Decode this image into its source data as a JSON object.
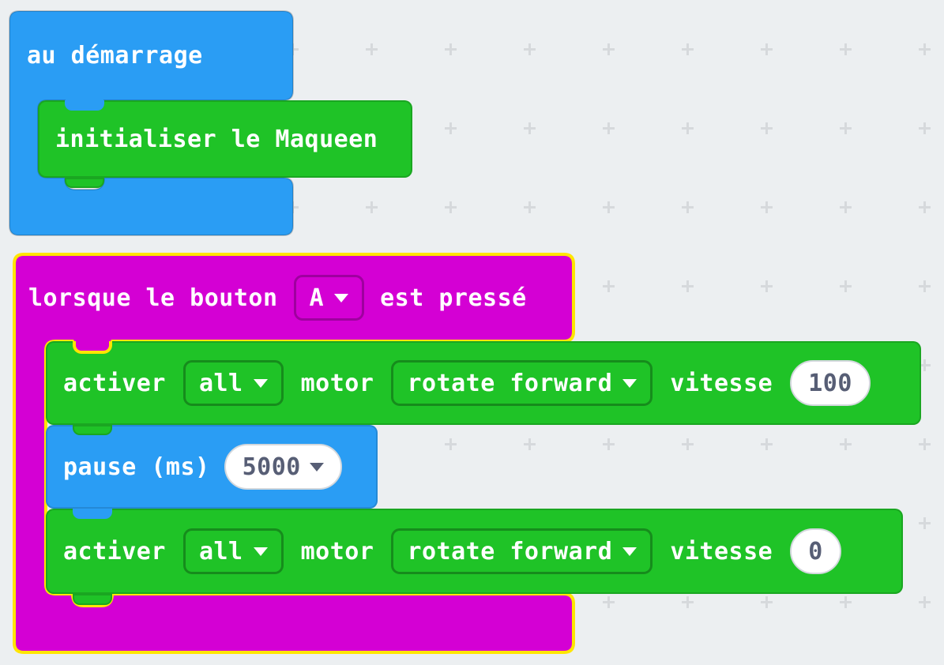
{
  "palette": {
    "background": "#eceff1",
    "grid_cross": "#d6d9dc",
    "block_blue": "#2a9df4",
    "block_green": "#1fc327",
    "block_magenta": "#d400d4",
    "selection_outline_yellow": "#ffe500",
    "value_text": "#575e75"
  },
  "on_start_block": {
    "label": "au démarrage"
  },
  "init_block": {
    "label": "initialiser le Maqueen"
  },
  "button_event_block": {
    "prefix": "lorsque le bouton",
    "button_value": "A",
    "suffix": "est pressé"
  },
  "motor_block_1": {
    "action_label": "activer",
    "motor_value": "all",
    "motor_label": "motor",
    "direction_value": "rotate forward",
    "speed_label": "vitesse",
    "speed_value": "100"
  },
  "pause_block": {
    "label": "pause (ms)",
    "duration_value": "5000"
  },
  "motor_block_2": {
    "action_label": "activer",
    "motor_value": "all",
    "motor_label": "motor",
    "direction_value": "rotate forward",
    "speed_label": "vitesse",
    "speed_value": "0"
  }
}
